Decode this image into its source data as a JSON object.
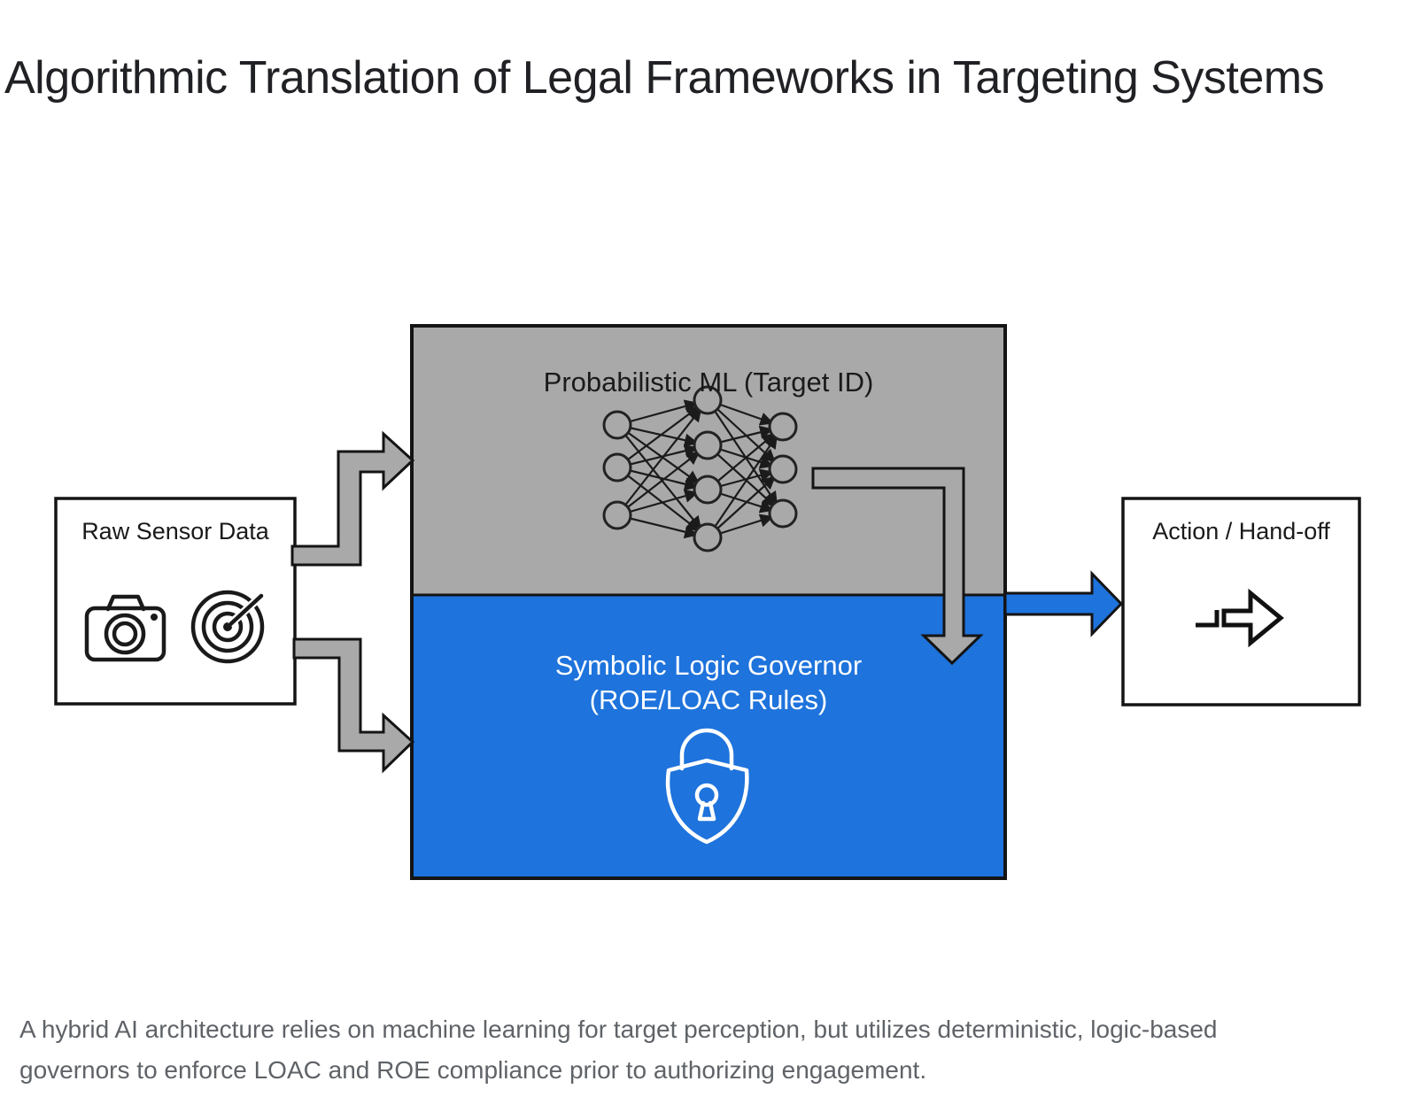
{
  "page": {
    "title": "Algorithmic Translation of Legal Frameworks in Targeting Systems",
    "caption_line1": "A hybrid AI architecture relies on machine learning for target perception, but utilizes deterministic, logic-based",
    "caption_line2": "governors to enforce LOAC and ROE compliance prior to authorizing engagement."
  },
  "diagram": {
    "type": "flow-diagram",
    "nodes": {
      "raw_sensor": {
        "label": "Raw Sensor Data",
        "icons": [
          "camera-icon",
          "radar-target-icon"
        ]
      },
      "ml": {
        "label": "Probabilistic ML (Target ID)",
        "icon": "neural-network-icon",
        "network_layers": [
          3,
          4,
          3
        ]
      },
      "governor": {
        "label_line1": "Symbolic Logic Governor",
        "label_line2": "(ROE/LOAC Rules)",
        "icon": "shield-lock-icon"
      },
      "action": {
        "label": "Action / Hand-off",
        "icon": "handoff-arrow-icon"
      }
    },
    "edges": [
      {
        "from": "raw_sensor",
        "to": "ml",
        "style": "gray-block-arrow"
      },
      {
        "from": "raw_sensor",
        "to": "governor",
        "style": "gray-block-arrow"
      },
      {
        "from": "ml",
        "to": "governor",
        "style": "gray-block-arrow"
      },
      {
        "from": "governor",
        "to": "action",
        "style": "blue-block-arrow"
      }
    ],
    "colors": {
      "ml_fill": "#a9a9a9",
      "governor_fill": "#1e73dc",
      "arrow_gray": "#a9a9a9",
      "arrow_blue": "#1e73dc",
      "outline": "#141414",
      "text_dark": "#1a1a1a",
      "text_light": "#ffffff",
      "title_color": "#202124",
      "caption_color": "#5f6368"
    }
  }
}
